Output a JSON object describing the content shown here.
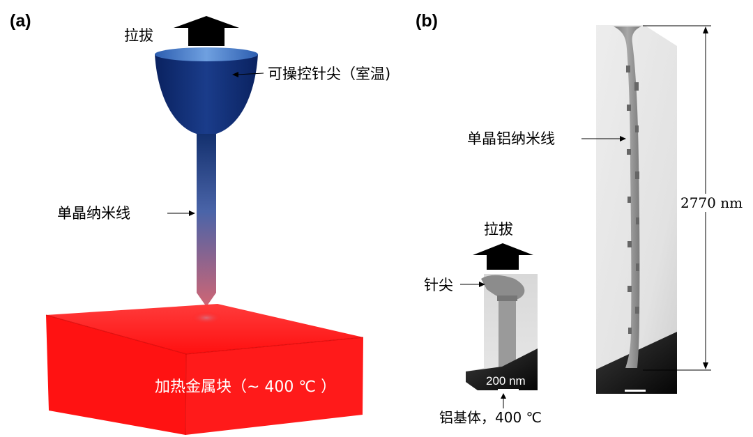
{
  "panel_a": {
    "label": "(a)",
    "pull_label": "拉拔",
    "tip_label": "可操控针尖（室温)",
    "wire_label": "单晶纳米线",
    "block_label": "加热金属块（~ 400 ℃ ）",
    "colors": {
      "tip": "#0e2a6b",
      "block": "#ff1a1a",
      "wire_bottom": "#d06070"
    }
  },
  "panel_b": {
    "label": "(b)",
    "wire_label": "单晶铝纳米线",
    "length_label": "2770  nm",
    "pull_label": "拉拔",
    "tip_label": "针尖",
    "scale_label": "200 nm",
    "substrate_label": "铝基体，400  ℃"
  }
}
